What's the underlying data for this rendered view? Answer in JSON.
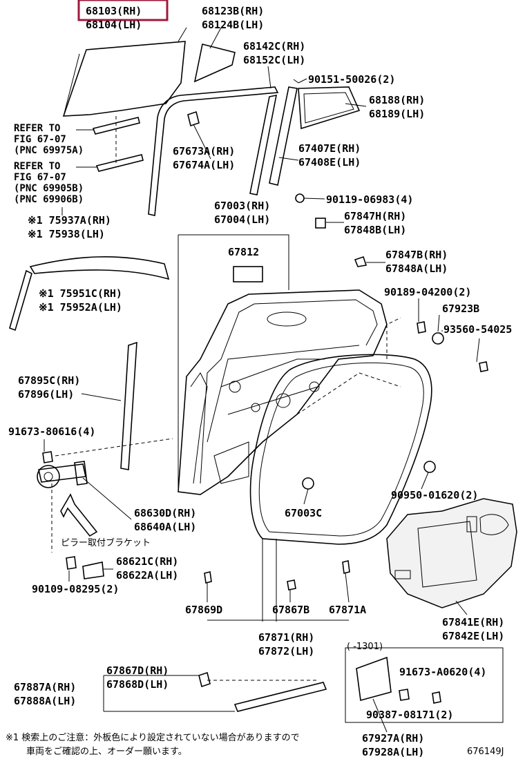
{
  "labels": {
    "p68103": "68103(RH)",
    "p68104": "68104(LH)",
    "p68123": "68123B(RH)",
    "p68124": "68124B(LH)",
    "p68142": "68142C(RH)",
    "p68152": "68152C(LH)",
    "p90151": "90151-50026(2)",
    "p68188": "68188(RH)",
    "p68189": "68189(LH)",
    "ref1_a": "REFER TO",
    "ref1_b": "FIG 67-07",
    "ref1_c": "(PNC 69975A)",
    "ref2_a": "REFER TO",
    "ref2_b": "FIG 67-07",
    "ref2_c": "(PNC 69905B)",
    "ref2_d": "(PNC 69906B)",
    "p67673": "67673A(RH)",
    "p67674": "67674A(LH)",
    "p67407": "67407E(RH)",
    "p67408": "67408E(LH)",
    "p90119": "90119-06983(4)",
    "p67003rh": "67003(RH)",
    "p67004": "67004(LH)",
    "p67847h": "67847H(RH)",
    "p67848b": "67848B(LH)",
    "p75937": "※1 75937A(RH)",
    "p75938": "※1 75938(LH)",
    "p67812": "67812",
    "p67847b": "67847B(RH)",
    "p67848a": "67848A(LH)",
    "p90189": "90189-04200(2)",
    "p67923": "67923B",
    "p75951": "※1 75951C(RH)",
    "p75952": "※1 75952A(LH)",
    "p93560": "93560-54025",
    "p67895": "67895C(RH)",
    "p67896": "67896(LH)",
    "p91673": "91673-80616(4)",
    "p68630": "68630D(RH)",
    "p68640": "68640A(LH)",
    "p67003c": "67003C",
    "p90950": "90950-01620(2)",
    "pillar_jp": "ピラー取付ブラケット",
    "p68621": "68621C(RH)",
    "p68622": "68622A(LH)",
    "p90109": "90109-08295(2)",
    "p67869": "67869D",
    "p67867b": "67867B",
    "p67871a": "67871A",
    "p67841": "67841E(RH)",
    "p67842": "67842E(LH)",
    "p67871": "67871(RH)",
    "p67872": "67872(LH)",
    "date_range": "(     -1301)",
    "p67867d": "67867D(RH)",
    "p67868d": "67868D(LH)",
    "p91673a": "91673-A0620(4)",
    "p67887": "67887A(RH)",
    "p67888": "67888A(LH)",
    "p90387": "90387-08171(2)",
    "p67927": "67927A(RH)",
    "p67928": "67928A(LH)",
    "note_line1": "※1 検索上のご注意：外板色により設定されていない場合がありますので",
    "note_line2": "車両をご確認の上、オーダー願います。",
    "figure_code": "676149J"
  },
  "highlight_color": "#a0193c"
}
